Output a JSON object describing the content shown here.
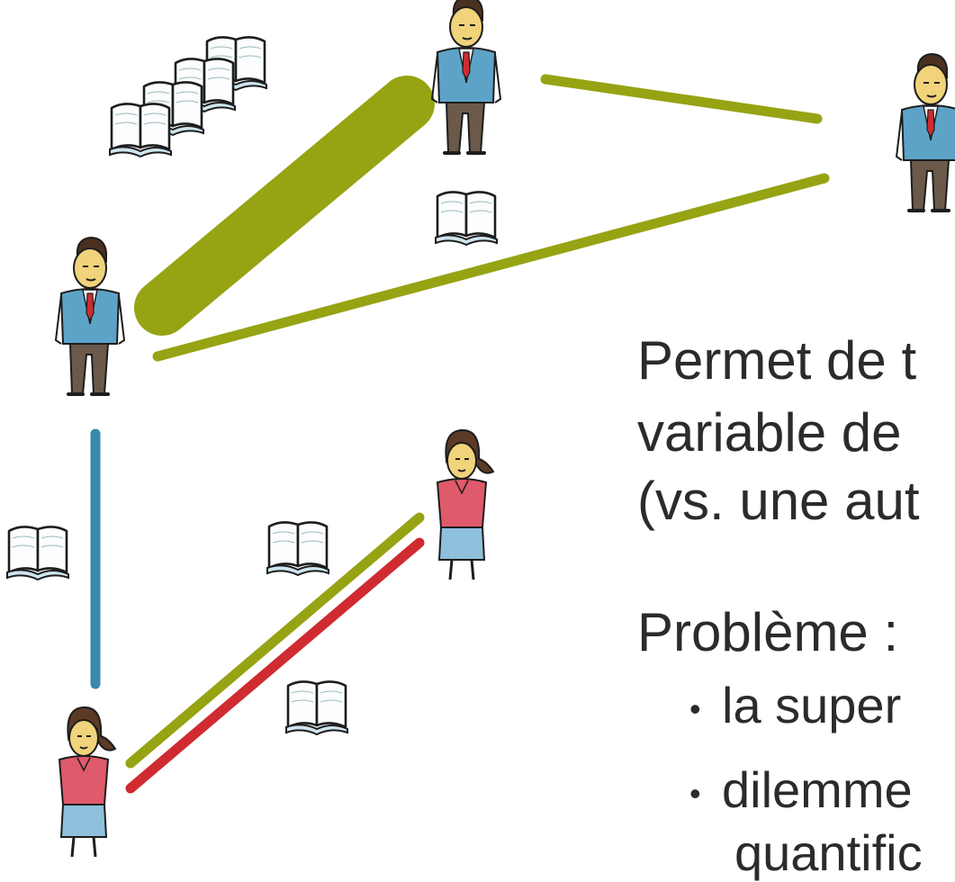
{
  "text": {
    "line1": "Permet de t",
    "line2": "variable de",
    "line3": "(vs. une aut",
    "problem": "Problème :",
    "bullet1": "la super",
    "bullet2": "dilemme",
    "bullet3": "quantific",
    "bullet_glyph": "•"
  },
  "colors": {
    "olive": "#96a313",
    "blue": "#3a88ad",
    "red": "#cf2b31",
    "text": "#2b2b2b"
  }
}
